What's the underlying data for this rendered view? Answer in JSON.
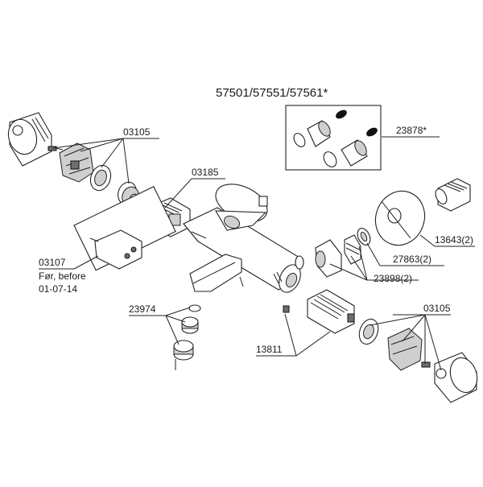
{
  "diagram": {
    "title": "57501/57551/57561*",
    "labels": {
      "l03105_top": "03105",
      "l03185": "03185",
      "l03107": "03107",
      "l03107_note1": "Før, before",
      "l03107_note2": "01-07-14",
      "l23974": "23974",
      "l13811": "13811",
      "l23878": "23878*",
      "l13643": "13643(2)",
      "l27863": "27863(2)",
      "l23898": "23898(2)",
      "l03105_bot": "03105"
    }
  }
}
